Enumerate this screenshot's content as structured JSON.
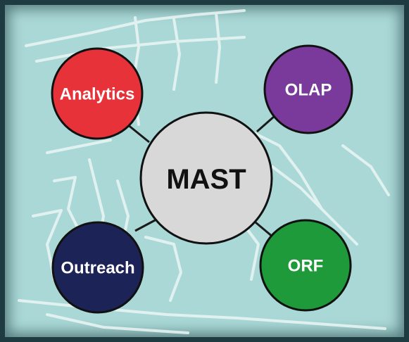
{
  "diagram": {
    "center": {
      "label": "MAST",
      "color": "#d8d8d8"
    },
    "nodes": [
      {
        "id": "analytics",
        "label": "Analytics",
        "color": "#e8323a"
      },
      {
        "id": "olap",
        "label": "OLAP",
        "color": "#7a3a9c"
      },
      {
        "id": "outreach",
        "label": "Outreach",
        "color": "#1c2357"
      },
      {
        "id": "orf",
        "label": "ORF",
        "color": "#1f9a3a"
      }
    ],
    "background_color": "#a9d8d6",
    "frame_color": "#1f3b42"
  }
}
